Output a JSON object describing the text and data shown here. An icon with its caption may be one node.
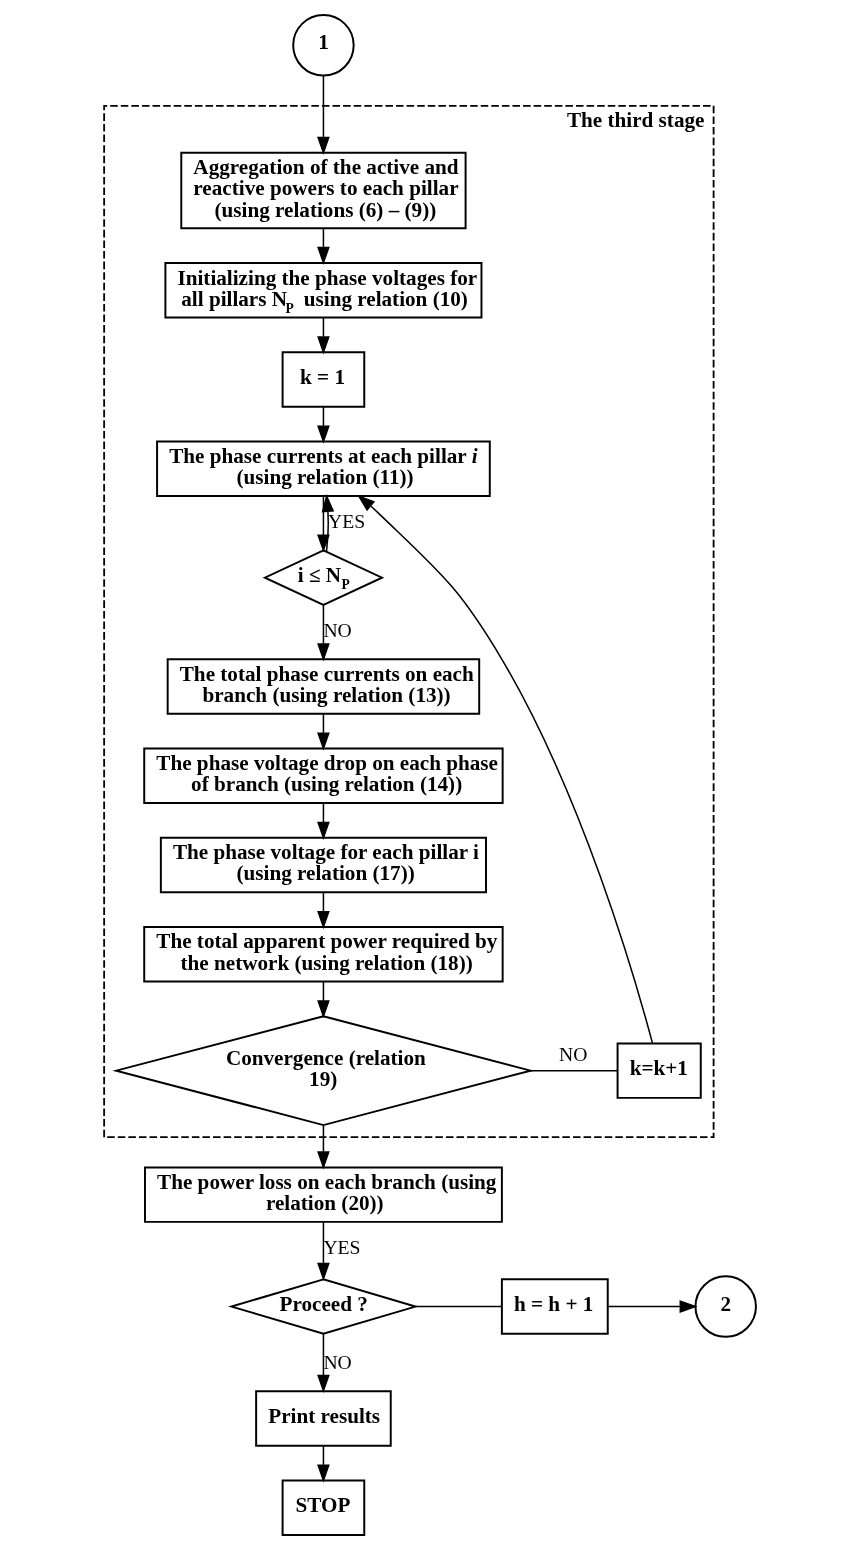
{
  "diagram": {
    "nodes": [
      {
        "text": [
          "1"
        ]
      },
      {
        "text": [
          "The third stage"
        ]
      },
      {
        "text": [
          "Aggregation of the active and reactive powers to each pillar (using relations (6) – (9))"
        ],
        "in": 1
      },
      {
        "text": [
          "Initializing the phase voltages for all pillars N$_{P}$ using relation (10)"
        ],
        "in": 1
      },
      {
        "text": [
          "k = 1"
        ],
        "in": 1
      },
      {
        "text": [
          "The phase currents at each pillar *i* (using relation (11))"
        ],
        "in": 1
      },
      {
        "text": [
          "i ≤ N$_{P}$"
        ],
        "in": 1
      },
      {
        "text": [
          "The total phase currents on each branch (using relation (13))"
        ],
        "in": 1
      },
      {
        "text": [
          "The phase voltage drop on each phase of branch (using relation (14))"
        ],
        "in": 1
      },
      {
        "text": [
          "The phase voltage for each pillar i (using relation (17))"
        ],
        "in": 1
      },
      {
        "text": [
          "The total apparent power required by the network (using relation (18))"
        ],
        "in": 1
      },
      {
        "text": [
          "Convergence (relation 19)"
        ],
        "in": 1
      },
      {
        "text": [
          "k=k+1"
        ],
        "in": 1
      },
      {
        "text": [
          "The power loss on each branch (using relation (20))"
        ]
      },
      {
        "text": [
          "Proceed ?"
        ]
      },
      {
        "text": [
          "h = h + 1"
        ]
      },
      {
        "text": [
          "2"
        ]
      },
      {
        "text": [
          "Print results"
        ]
      },
      {
        "text": [
          "STOP"
        ]
      }
    ],
    "edges": [
      {
        "from": 0,
        "to": 2,
        "arrow": "to"
      },
      {
        "from": 2,
        "to": 3,
        "arrow": "to"
      },
      {
        "from": 3,
        "to": 4,
        "arrow": "to"
      },
      {
        "from": 4,
        "to": 5,
        "arrow": "to"
      },
      {
        "from": 5,
        "to": 6,
        "arrow": "to"
      },
      {
        "from": 6,
        "to": 5,
        "arrow": "to",
        "label": "YES"
      },
      {
        "from": 6,
        "to": 7,
        "arrow": "to",
        "label": "NO"
      },
      {
        "from": 7,
        "to": 8,
        "arrow": "to"
      },
      {
        "from": 8,
        "to": 9,
        "arrow": "to"
      },
      {
        "from": 9,
        "to": 10,
        "arrow": "to"
      },
      {
        "from": 10,
        "to": 11,
        "arrow": "to"
      },
      {
        "from": 11,
        "to": 12,
        "arrow": "none",
        "label": "NO"
      },
      {
        "from": 12,
        "to": 5,
        "arrow": "to"
      },
      {
        "from": 11,
        "to": 13,
        "arrow": "to"
      },
      {
        "from": 13,
        "to": 14,
        "arrow": "to",
        "label": "YES"
      },
      {
        "from": 14,
        "to": 15,
        "arrow": "none"
      },
      {
        "from": 15,
        "to": 16,
        "arrow": "to"
      },
      {
        "from": 14,
        "to": 17,
        "arrow": "to",
        "label": "NO"
      },
      {
        "from": 17,
        "to": 18,
        "arrow": "to"
      }
    ]
  }
}
